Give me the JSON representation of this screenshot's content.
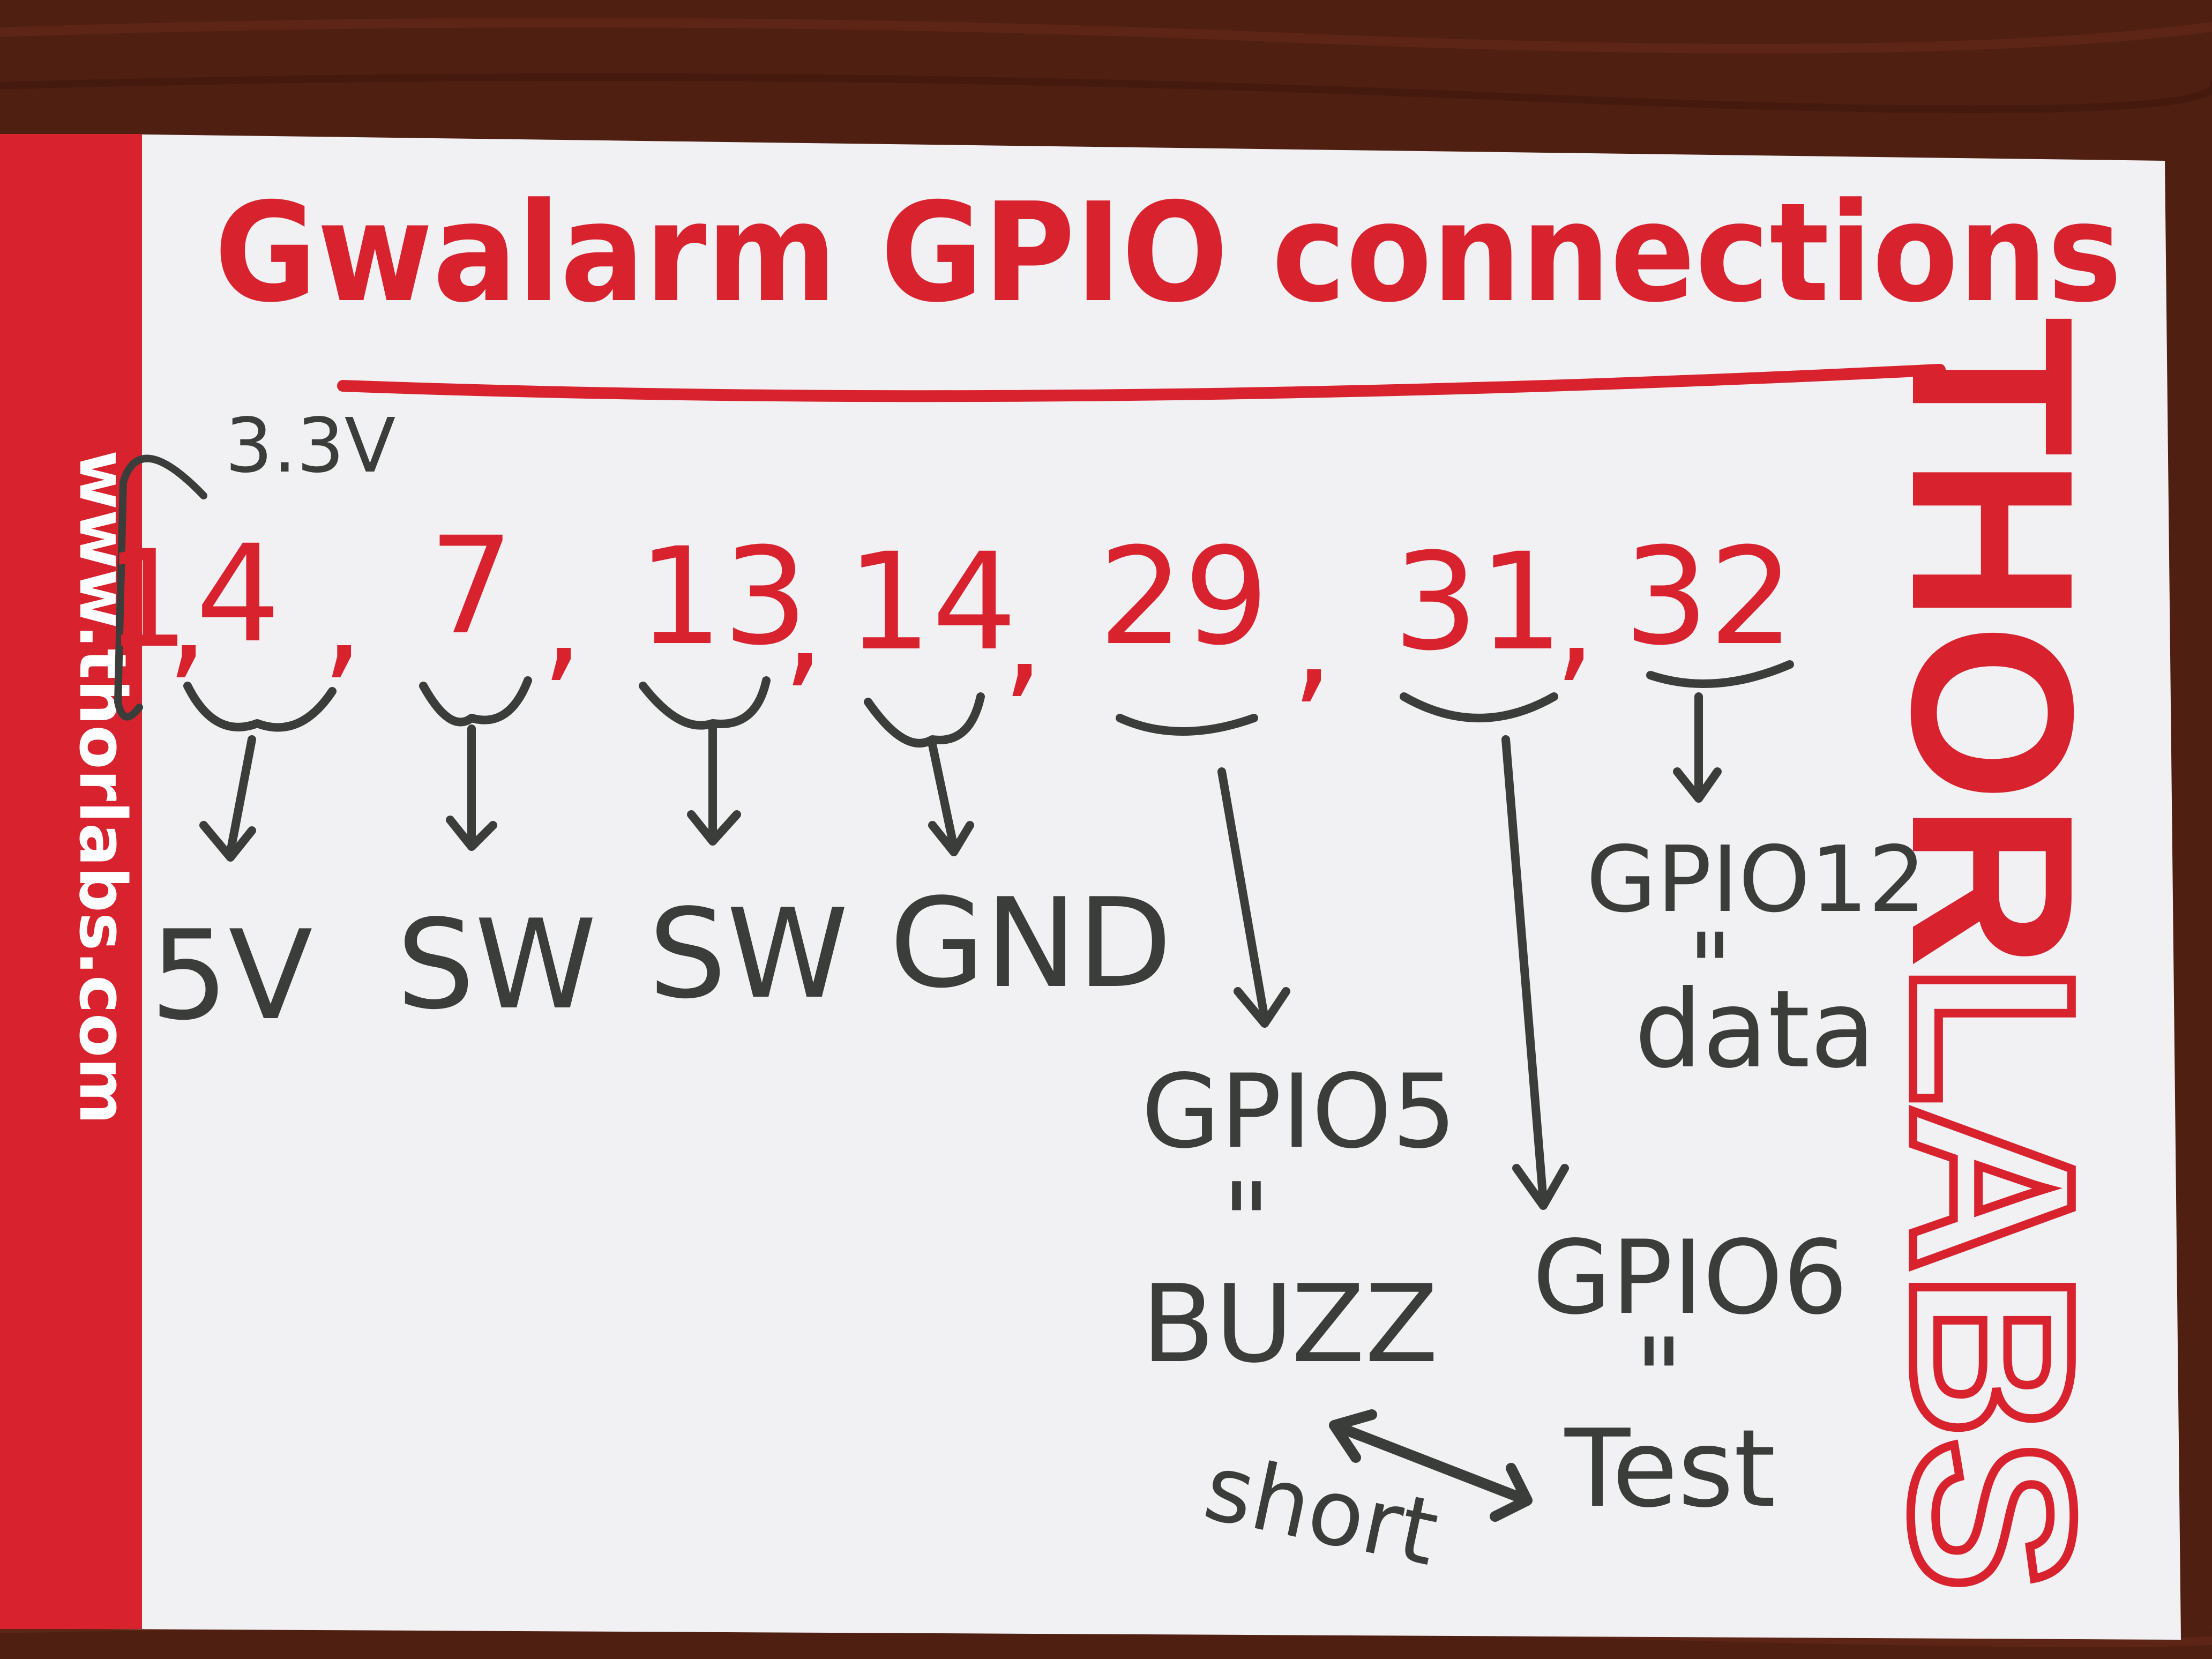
{
  "photo": {
    "subject": "handwritten note on a Thorlabs card",
    "colors": {
      "wood": "#4f1f12",
      "card": "#f4f4f6",
      "brand_red": "#d8232f",
      "ink_dark": "#3b3d3a"
    }
  },
  "card": {
    "side_url": "www.thorlabs.com",
    "logo_text": "THORLABS",
    "logo_thor": "THOR",
    "logo_labs": "LABS"
  },
  "note": {
    "title": "Gwalarm GPIO connections",
    "voltage_note": "3.3V",
    "pins": [
      {
        "number": "1",
        "sep": ","
      },
      {
        "number": "4",
        "sep": ","
      },
      {
        "number": "7",
        "sep": ","
      },
      {
        "number": "13",
        "sep": ","
      },
      {
        "number": "14",
        "sep": ","
      },
      {
        "number": "29",
        "sep": ","
      },
      {
        "number": "31",
        "sep": ","
      },
      {
        "number": "32",
        "sep": ""
      }
    ],
    "labels": {
      "pin4": "5V",
      "pin7": "SW",
      "pin13": "SW",
      "pin14": "GND",
      "pin29_name": "GPIO5",
      "pin29_equals": "\"",
      "pin29_func": "BUZZ",
      "pin31_name": "GPIO6",
      "pin31_equals": "\"",
      "pin31_func": "Test",
      "pin32_name": "GPIO12",
      "pin32_equals": "\"",
      "pin32_func": "data"
    },
    "short_note": "short"
  }
}
